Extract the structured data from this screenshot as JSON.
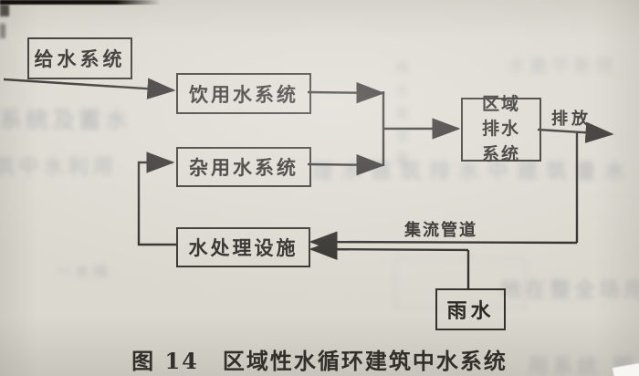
{
  "figure": {
    "caption_label": "图 14",
    "caption_title": "区域性水循环建筑中水系统"
  },
  "nodes": {
    "supply": "给水系统",
    "drinking": "饮用水系统",
    "misc": "杂用水系统",
    "regional_drain": "区域排水系统",
    "treatment": "水处理设施",
    "rain": "雨水"
  },
  "edge_labels": {
    "discharge": "排放",
    "collection_pipe": "集流管道"
  },
  "colors": {
    "paper": "#dbd8cf",
    "ink": "#2f2d2a",
    "ghost_bleed": "#76828f"
  },
  "ghost_bleed_text": {
    "left_band_1": "水系统及蓄水",
    "left_band_2": "建筑中水利用",
    "mid_band": "理水惠筑排水中建筑量水",
    "top_right_band": "水量平衡统",
    "vertical_column": "雨水集流量",
    "left_small": "一水排",
    "bottom_right_1": "地在整全场用",
    "bottom_right_2": "用系统 图"
  }
}
